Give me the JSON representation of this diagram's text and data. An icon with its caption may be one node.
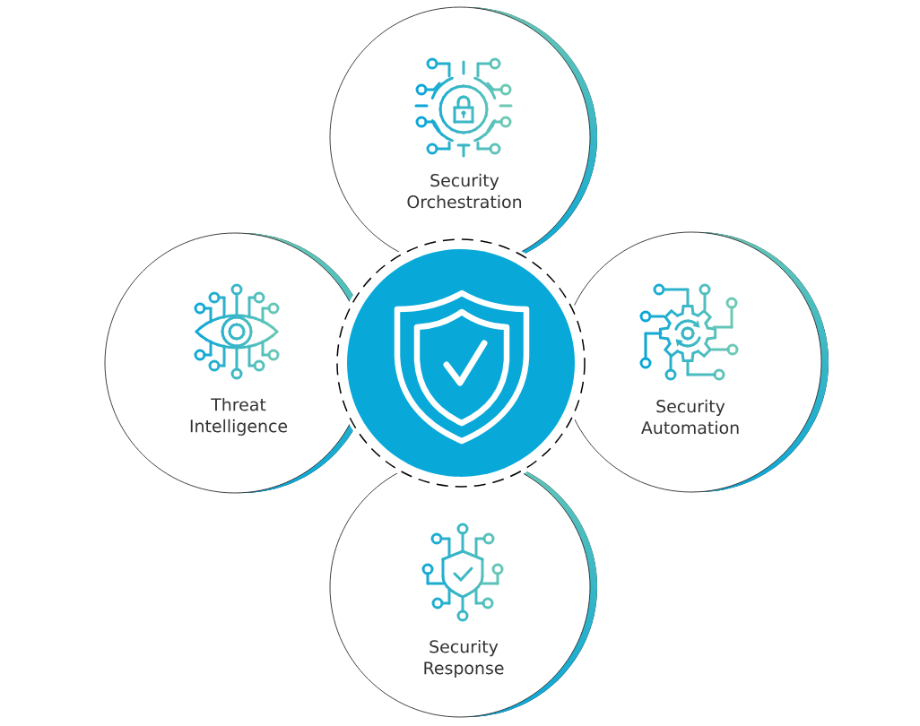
{
  "diagram": {
    "nodes": [
      {
        "text": [
          "Security Orchestration"
        ]
      },
      {
        "text": [
          "Threat Intelligence"
        ]
      },
      {
        "text": [],
        "shape": "circle"
      },
      {
        "text": [
          "Security Automation"
        ]
      },
      {
        "text": [
          "Security Response"
        ]
      }
    ]
  }
}
